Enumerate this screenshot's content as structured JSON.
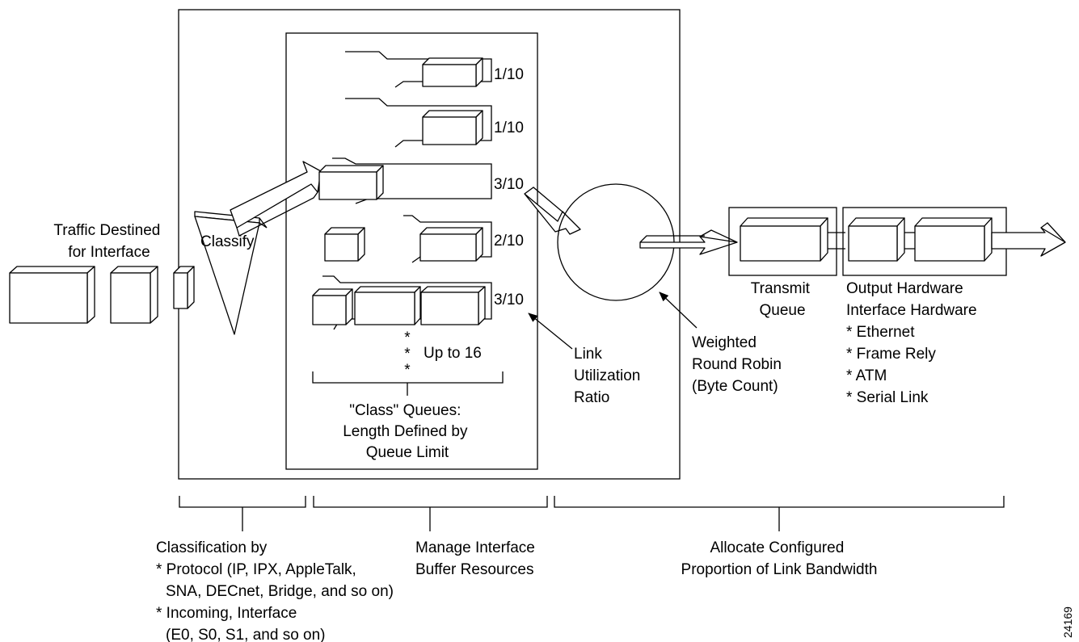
{
  "traffic_label": [
    "Traffic Destined",
    "for Interface"
  ],
  "classify_label": "Classify",
  "queue_ratios": [
    "1/10",
    "1/10",
    "3/10",
    "2/10",
    "3/10"
  ],
  "more_queues_label": "Up to 16",
  "class_queues_label": [
    "\"Class\" Queues:",
    "Length Defined by",
    "Queue Limit"
  ],
  "link_ratio_label": [
    "Link",
    "Utilization",
    "Ratio"
  ],
  "wrr_label": [
    "Weighted",
    "Round Robin",
    "(Byte Count)"
  ],
  "transmit_queue_label": [
    "Transmit",
    "Queue"
  ],
  "output_hw_label": [
    "Output Hardware",
    "Interface Hardware",
    "* Ethernet",
    "* Frame Rely",
    "* ATM",
    "* Serial Link"
  ],
  "section_classification": [
    "Classification by",
    "* Protocol (IP, IPX, AppleTalk,",
    "SNA, DECnet, Bridge, and so on)",
    "* Incoming, Interface",
    "(E0, S0, S1, and so on)"
  ],
  "section_manage": [
    "Manage Interface",
    "Buffer Resources"
  ],
  "section_allocate": [
    "Allocate Configured",
    "Proportion of Link Bandwidth"
  ],
  "figure_number": "24169"
}
